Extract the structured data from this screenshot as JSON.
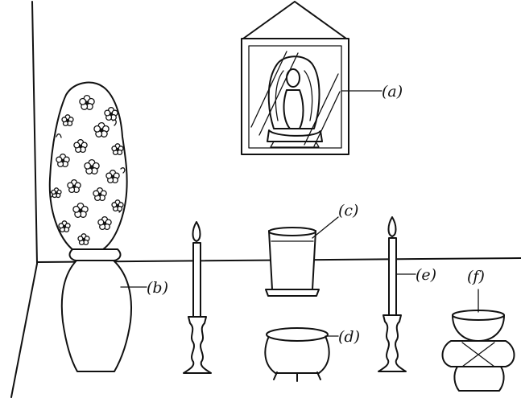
{
  "labels": {
    "a": "(a)",
    "b": "(b)",
    "c": "(c)",
    "d": "(d)",
    "e": "(e)",
    "f": "(f)"
  },
  "colors": {
    "ink": "#111111",
    "paper": "#ffffff"
  },
  "icons": {
    "flower": "daisy-flower-icon"
  }
}
